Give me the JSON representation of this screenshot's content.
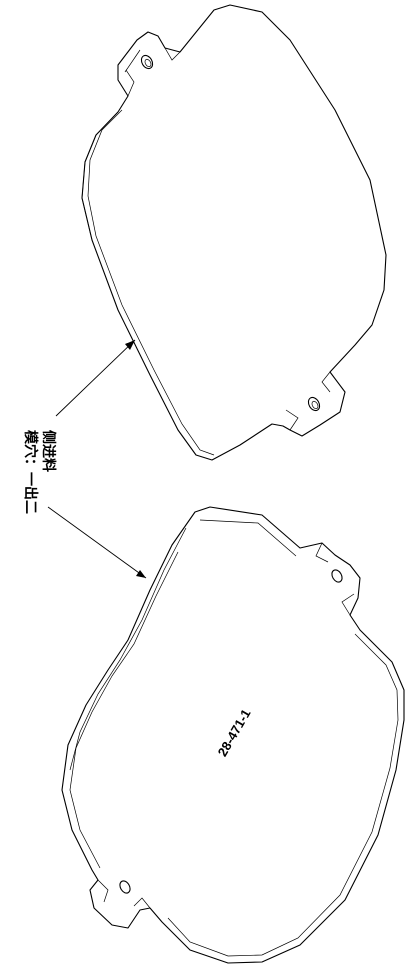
{
  "annotation": {
    "line1": "侧进料",
    "line2": "模穴：一出二"
  },
  "part_number": "28-471-1"
}
